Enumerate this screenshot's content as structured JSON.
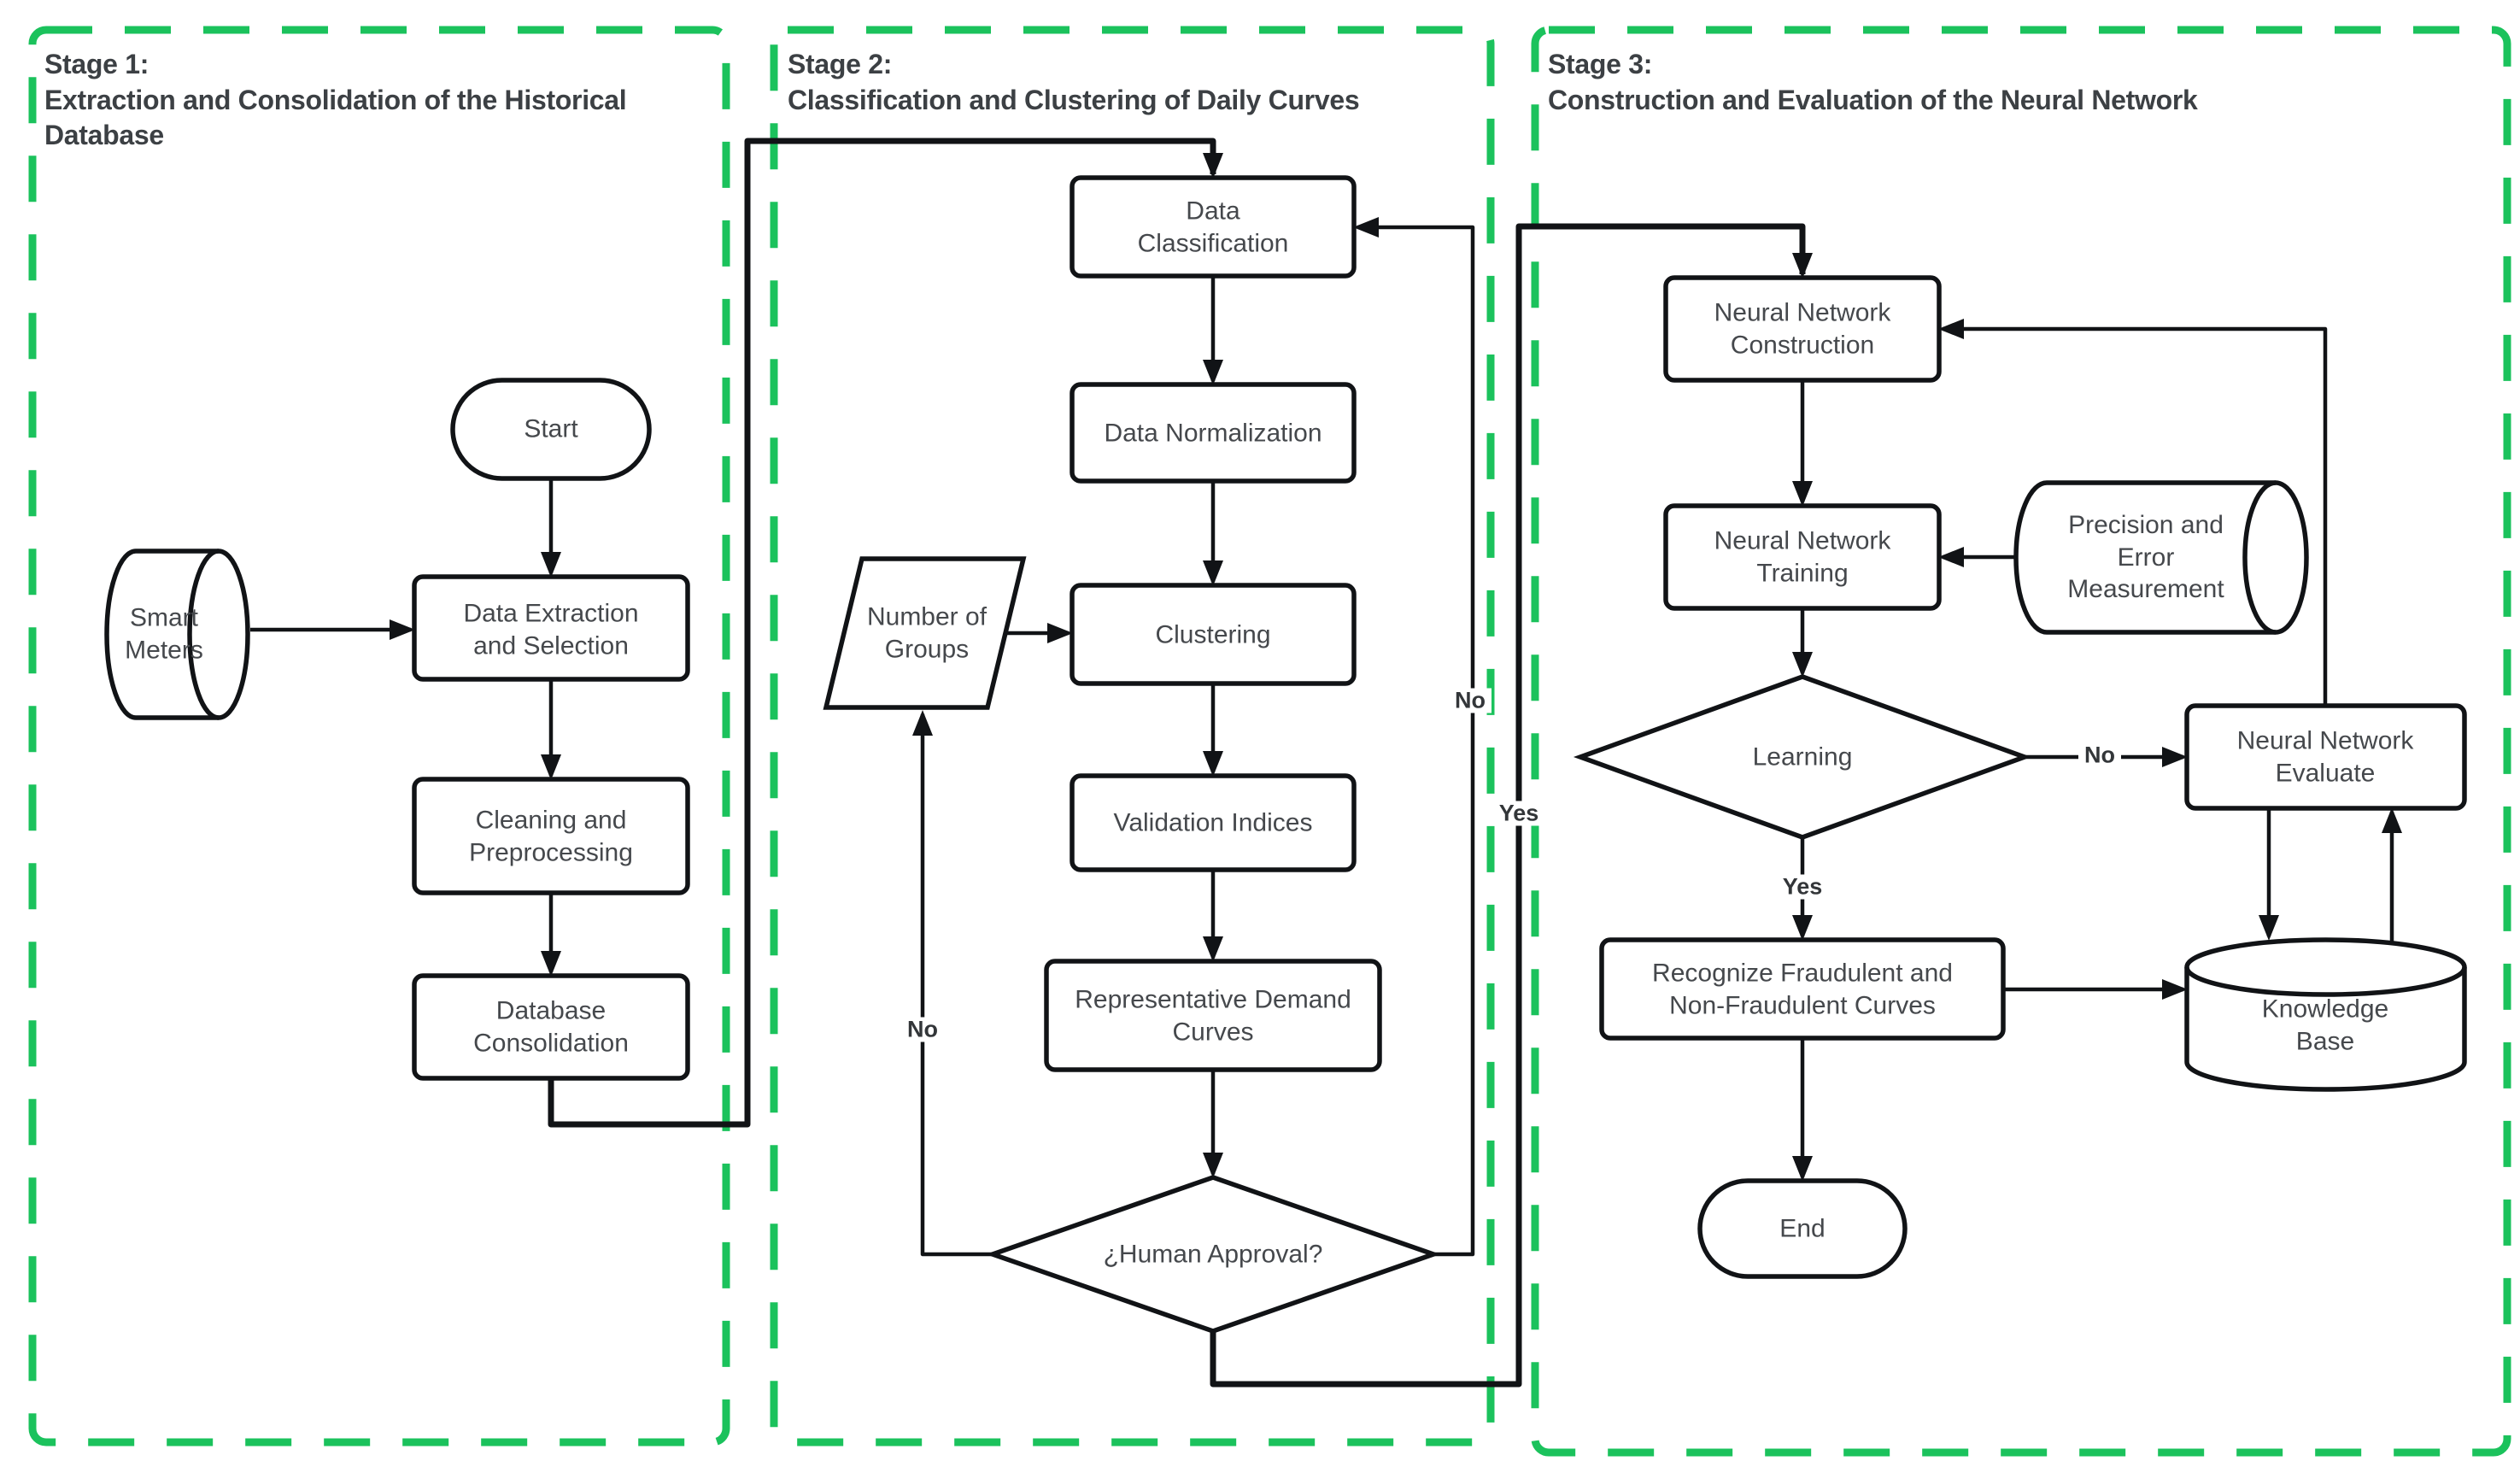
{
  "stages": [
    {
      "title": "Stage 1:",
      "subtitle": "Extraction and Consolidation of the Historical Database"
    },
    {
      "title": "Stage 2:",
      "subtitle": "Classification and Clustering of Daily Curves"
    },
    {
      "title": "Stage 3:",
      "subtitle": "Construction and Evaluation of the Neural Network"
    }
  ],
  "nodes": {
    "start": "Start",
    "smart_meters": [
      "Smart",
      "Meters"
    ],
    "data_extraction": [
      "Data Extraction",
      "and Selection"
    ],
    "cleaning": [
      "Cleaning and",
      "Preprocessing"
    ],
    "database_consolidation": [
      "Database",
      "Consolidation"
    ],
    "data_classification": [
      "Data",
      "Classification"
    ],
    "data_normalization": "Data Normalization",
    "number_of_groups": [
      "Number of",
      "Groups"
    ],
    "clustering": "Clustering",
    "validation_indices": "Validation Indices",
    "representative_demand": [
      "Representative Demand",
      "Curves"
    ],
    "human_approval": "¿Human Approval?",
    "nn_construction": [
      "Neural Network",
      "Construction"
    ],
    "nn_training": [
      "Neural Network",
      "Training"
    ],
    "precision_error": [
      "Precision and",
      "Error",
      "Measurement"
    ],
    "learning": "Learning",
    "nn_evaluate": [
      "Neural Network",
      "Evaluate"
    ],
    "recognize": [
      "Recognize Fraudulent and",
      "Non-Fraudulent Curves"
    ],
    "knowledge_base": [
      "Knowledge",
      "Base"
    ],
    "end": "End"
  },
  "edge_labels": {
    "approval_no_left": "No",
    "approval_no_right": "No",
    "approval_yes": "Yes",
    "learning_no": "No",
    "learning_yes": "Yes"
  },
  "colors": {
    "stage_border": "#1bc25c",
    "shape_stroke": "#111316",
    "text": "#45484c"
  }
}
